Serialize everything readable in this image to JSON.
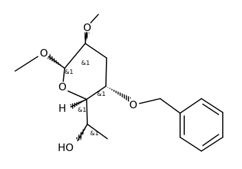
{
  "molecule": {
    "atoms": {
      "ring_oxygen": "O",
      "ome_top_oxygen": "O",
      "ome_left_oxygen": "O",
      "benzyloxy_oxygen": "O",
      "hydrogen": "H",
      "hydroxyl": "HO"
    },
    "stereo_labels": {
      "c1": "&1",
      "c2": "&1",
      "c4": "&1",
      "c5": "&1",
      "c6": "&1"
    }
  }
}
